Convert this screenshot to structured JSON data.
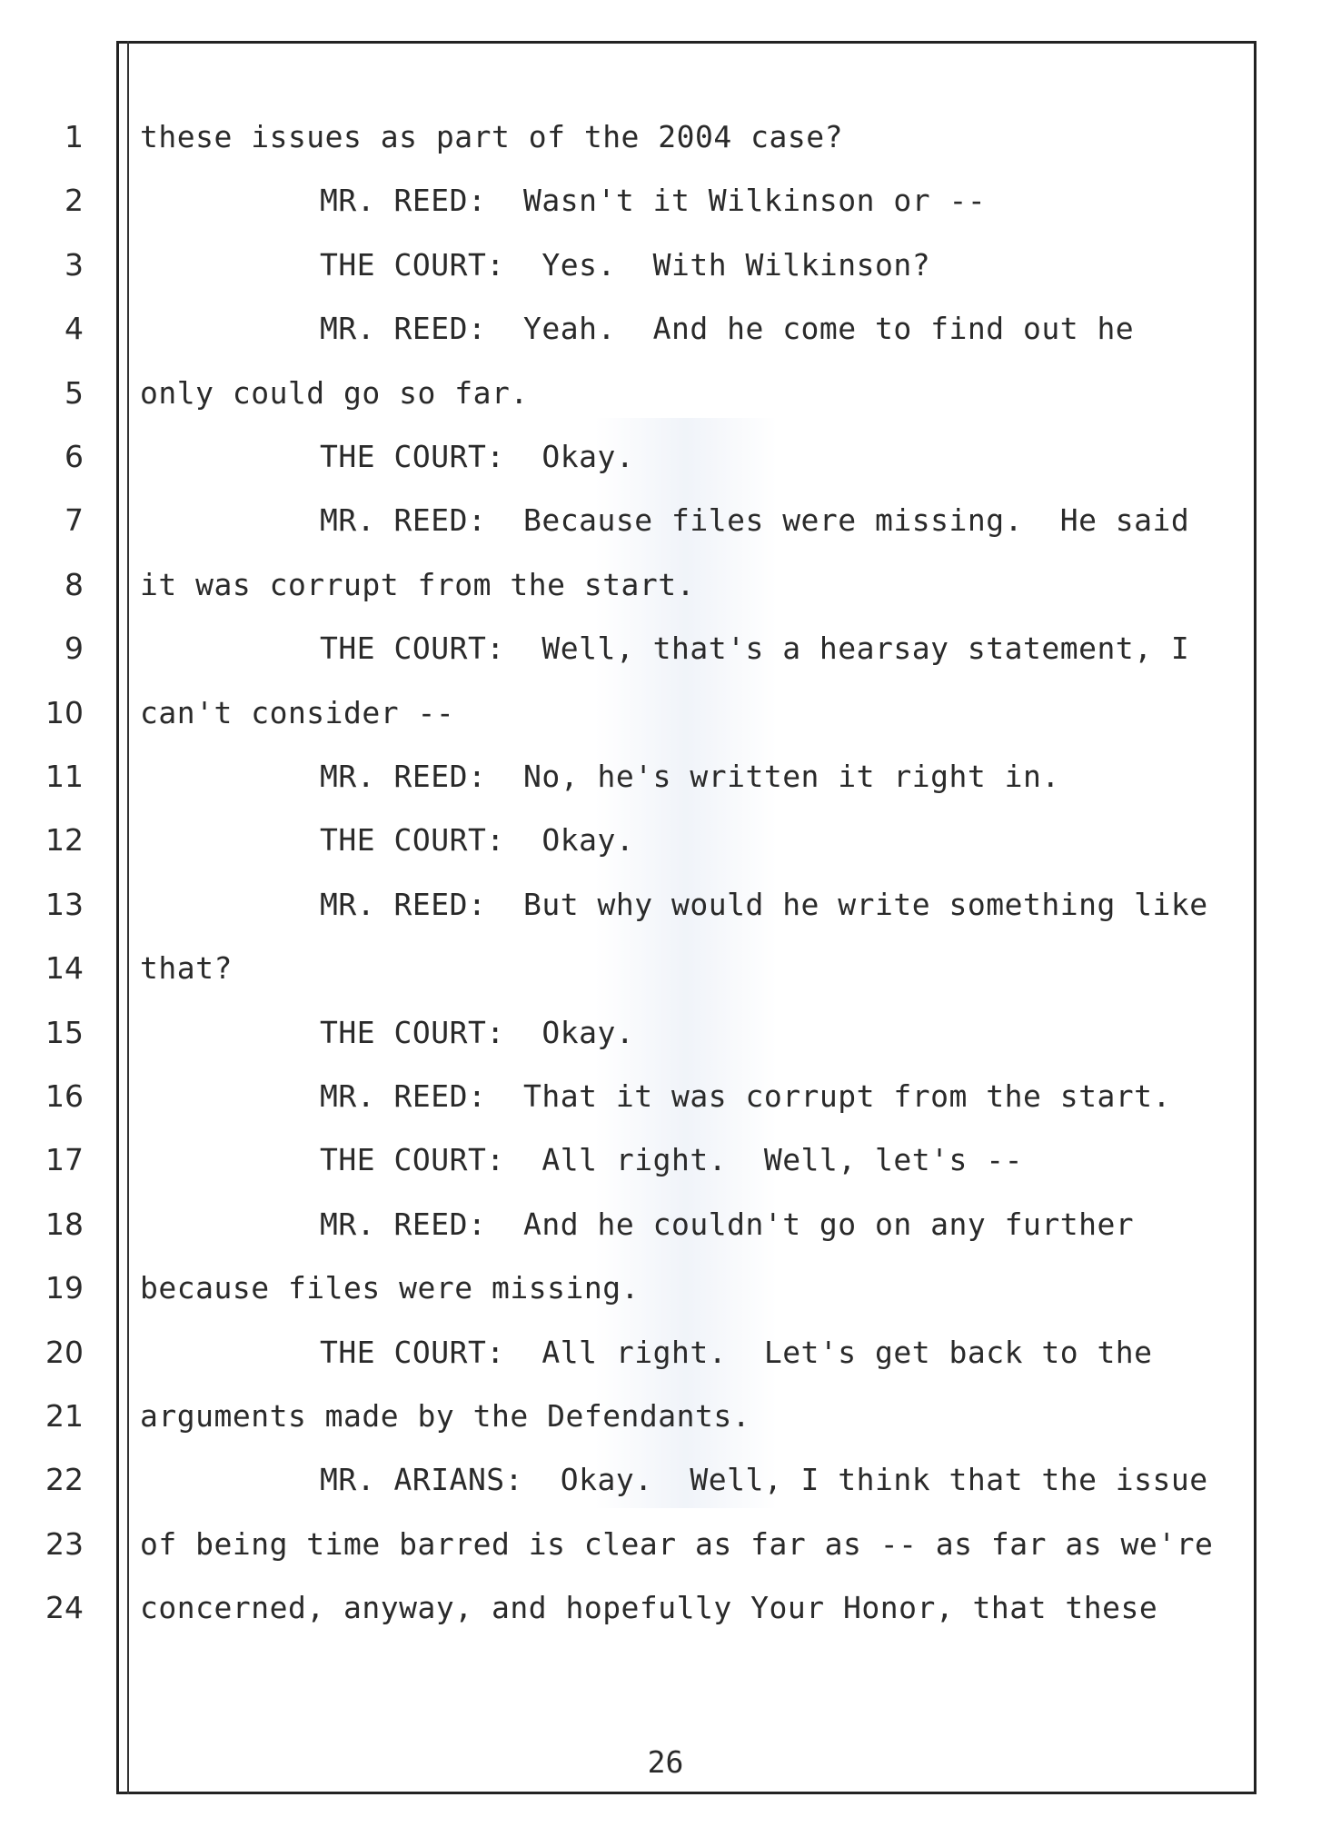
{
  "transcript": {
    "lines": [
      {
        "number": "1",
        "indent": false,
        "text": "these issues as part of the 2004 case?"
      },
      {
        "number": "2",
        "indent": true,
        "text": "MR. REED:  Wasn't it Wilkinson or --"
      },
      {
        "number": "3",
        "indent": true,
        "text": "THE COURT:  Yes.  With Wilkinson?"
      },
      {
        "number": "4",
        "indent": true,
        "text": "MR. REED:  Yeah.  And he come to find out he"
      },
      {
        "number": "5",
        "indent": false,
        "text": "only could go so far."
      },
      {
        "number": "6",
        "indent": true,
        "text": "THE COURT:  Okay."
      },
      {
        "number": "7",
        "indent": true,
        "text": "MR. REED:  Because files were missing.  He said"
      },
      {
        "number": "8",
        "indent": false,
        "text": "it was corrupt from the start."
      },
      {
        "number": "9",
        "indent": true,
        "text": "THE COURT:  Well, that's a hearsay statement, I"
      },
      {
        "number": "10",
        "indent": false,
        "text": "can't consider --"
      },
      {
        "number": "11",
        "indent": true,
        "text": "MR. REED:  No, he's written it right in."
      },
      {
        "number": "12",
        "indent": true,
        "text": "THE COURT:  Okay."
      },
      {
        "number": "13",
        "indent": true,
        "text": "MR. REED:  But why would he write something like"
      },
      {
        "number": "14",
        "indent": false,
        "text": "that?"
      },
      {
        "number": "15",
        "indent": true,
        "text": "THE COURT:  Okay."
      },
      {
        "number": "16",
        "indent": true,
        "text": "MR. REED:  That it was corrupt from the start."
      },
      {
        "number": "17",
        "indent": true,
        "text": "THE COURT:  All right.  Well, let's --"
      },
      {
        "number": "18",
        "indent": true,
        "text": "MR. REED:  And he couldn't go on any further"
      },
      {
        "number": "19",
        "indent": false,
        "text": "because files were missing."
      },
      {
        "number": "20",
        "indent": true,
        "text": "THE COURT:  All right.  Let's get back to the"
      },
      {
        "number": "21",
        "indent": false,
        "text": "arguments made by the Defendants."
      },
      {
        "number": "22",
        "indent": true,
        "text": "MR. ARIANS:  Okay.  Well, I think that the issue"
      },
      {
        "number": "23",
        "indent": false,
        "text": "of being time barred is clear as far as -- as far as we're"
      },
      {
        "number": "24",
        "indent": false,
        "text": "concerned, anyway, and hopefully Your Honor, that these"
      }
    ],
    "page_number": "26"
  }
}
